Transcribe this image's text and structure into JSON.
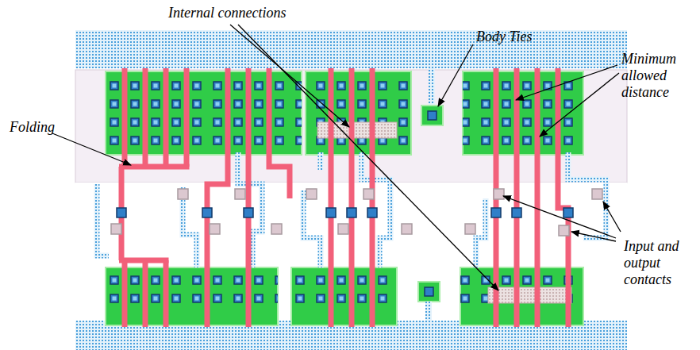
{
  "diagram": {
    "labels": [
      "Internal connections",
      "Body Ties",
      "Minimum allowed distance",
      "Folding",
      "Input and output contacts"
    ]
  }
}
